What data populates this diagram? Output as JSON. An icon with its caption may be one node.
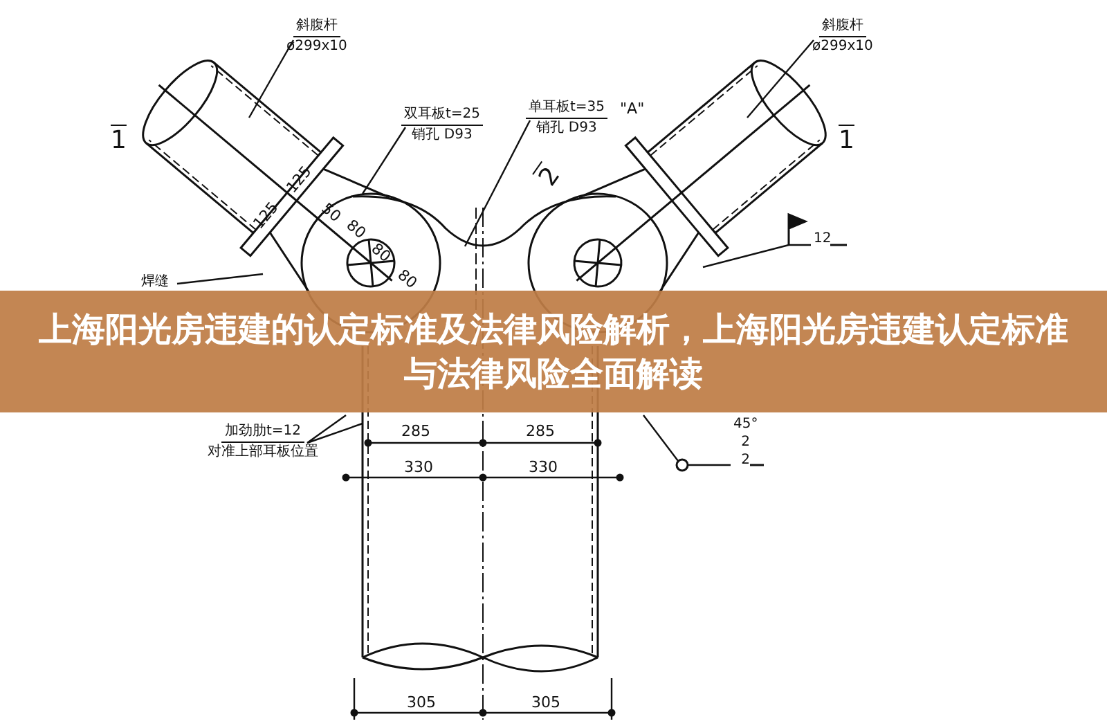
{
  "diagram": {
    "title": "上海阳光房违建的认定标准及法律风险解析，上海阳光房违建认定标准与法律风险全面解读",
    "nodes": [
      {
        "text": [
          "斜腹杆",
          "ø299x10"
        ]
      },
      {
        "text": [
          "斜腹杆",
          "ø299x10"
        ]
      },
      {
        "text": [
          "双耳板t=25",
          "销孔 D93"
        ]
      },
      {
        "text": [
          "单耳板t=35",
          "销孔 D93"
        ],
        "beside": [
          "\"A\""
        ]
      },
      {
        "text": [
          "焊缝"
        ]
      },
      {
        "text": [
          "加劲肋t=12",
          "对准上部耳板位置"
        ]
      },
      {
        "text": [
          "12"
        ]
      },
      {
        "text": [
          "45°",
          "2",
          "2"
        ]
      }
    ],
    "edges": [
      {
        "from": 0,
        "to": null,
        "arrow": "none"
      },
      {
        "from": 1,
        "to": null,
        "arrow": "none"
      },
      {
        "from": 2,
        "to": null,
        "arrow": "none"
      },
      {
        "from": 3,
        "to": null,
        "arrow": "none"
      },
      {
        "from": 4,
        "to": null,
        "arrow": "none"
      },
      {
        "from": 5,
        "to": null,
        "arrow": "none"
      },
      {
        "from": 6,
        "to": null,
        "arrow": "none"
      },
      {
        "from": 7,
        "to": null,
        "arrow": "none"
      }
    ],
    "labels": [
      "1",
      "1",
      "2",
      "125",
      "125",
      "50",
      "80",
      "80",
      "80",
      "285",
      "285",
      "330",
      "330",
      "305",
      "305"
    ]
  }
}
